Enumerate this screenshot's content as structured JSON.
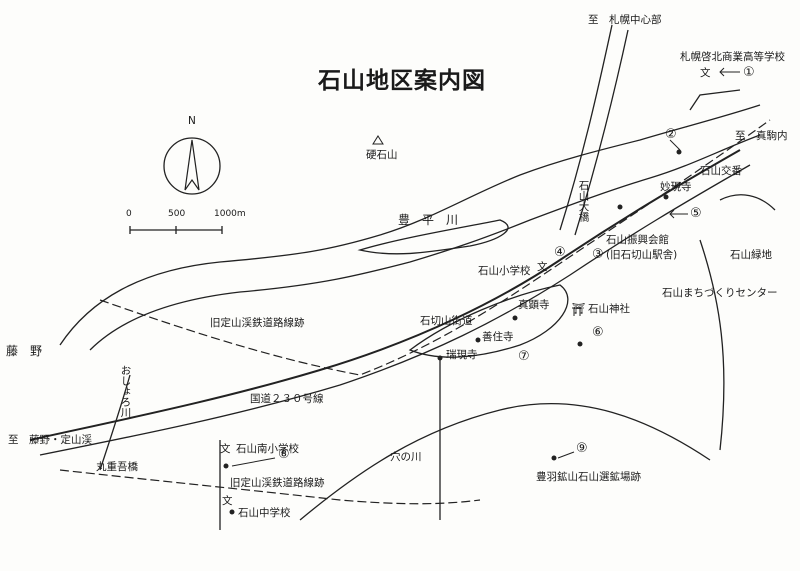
{
  "title": "石山地区案内図",
  "compass": {
    "north_label": "N"
  },
  "scale": {
    "ticks": [
      "0",
      "500",
      "1000m"
    ]
  },
  "peak": {
    "name": "硬石山"
  },
  "directions": {
    "sapporo_center": "至　札幌中心部",
    "makomanai": "至　真駒内",
    "fujino_jozankei": "至　藤野・定山渓"
  },
  "rivers": {
    "toyohira": "豊　平　川",
    "oshoro": "おしょろ川",
    "ananosawa": "穴の川"
  },
  "places": {
    "fujino": "藤　野",
    "ishiyama_ohashi": "石山大橋",
    "kyu_jozankei_rail": "旧定山渓鉄道路線跡",
    "kyu_jozankei_rail_2": "旧定山渓鉄道路線跡",
    "route230": "国道２３０号線",
    "ishikiri_kaido": "石切山街道",
    "ishiyama_ryokuchi": "石山緑地",
    "machizukuri_center": "石山まちづくりセンター",
    "koban": "石山交番",
    "marushige_bridge": "丸重吾橋"
  },
  "landmarks": [
    {
      "num": "①",
      "name": "札幌啓北商業高等学校",
      "symbol": "文"
    },
    {
      "num": "②",
      "name": "",
      "symbol": ""
    },
    {
      "num": "③",
      "name": "石山振興会館",
      "sub": "(旧石切山駅舎)"
    },
    {
      "num": "④",
      "name": "石山小学校",
      "symbol": "文"
    },
    {
      "num": "⑤",
      "name": "妙現寺"
    },
    {
      "num": "⑥",
      "name": "石山神社",
      "symbol": "⛩"
    },
    {
      "num": "⑦",
      "name": "善住寺"
    },
    {
      "num": "⑧",
      "name": "石山南小学校",
      "symbol": "文"
    },
    {
      "num": "⑨",
      "name": "豊羽鉱山石山選鉱場跡"
    }
  ],
  "temples": {
    "shinyoji": "真顕寺",
    "zuigenji": "瑞現寺"
  },
  "schools": {
    "ishiyama_junior": "石山中学校",
    "school_symbol": "文"
  }
}
